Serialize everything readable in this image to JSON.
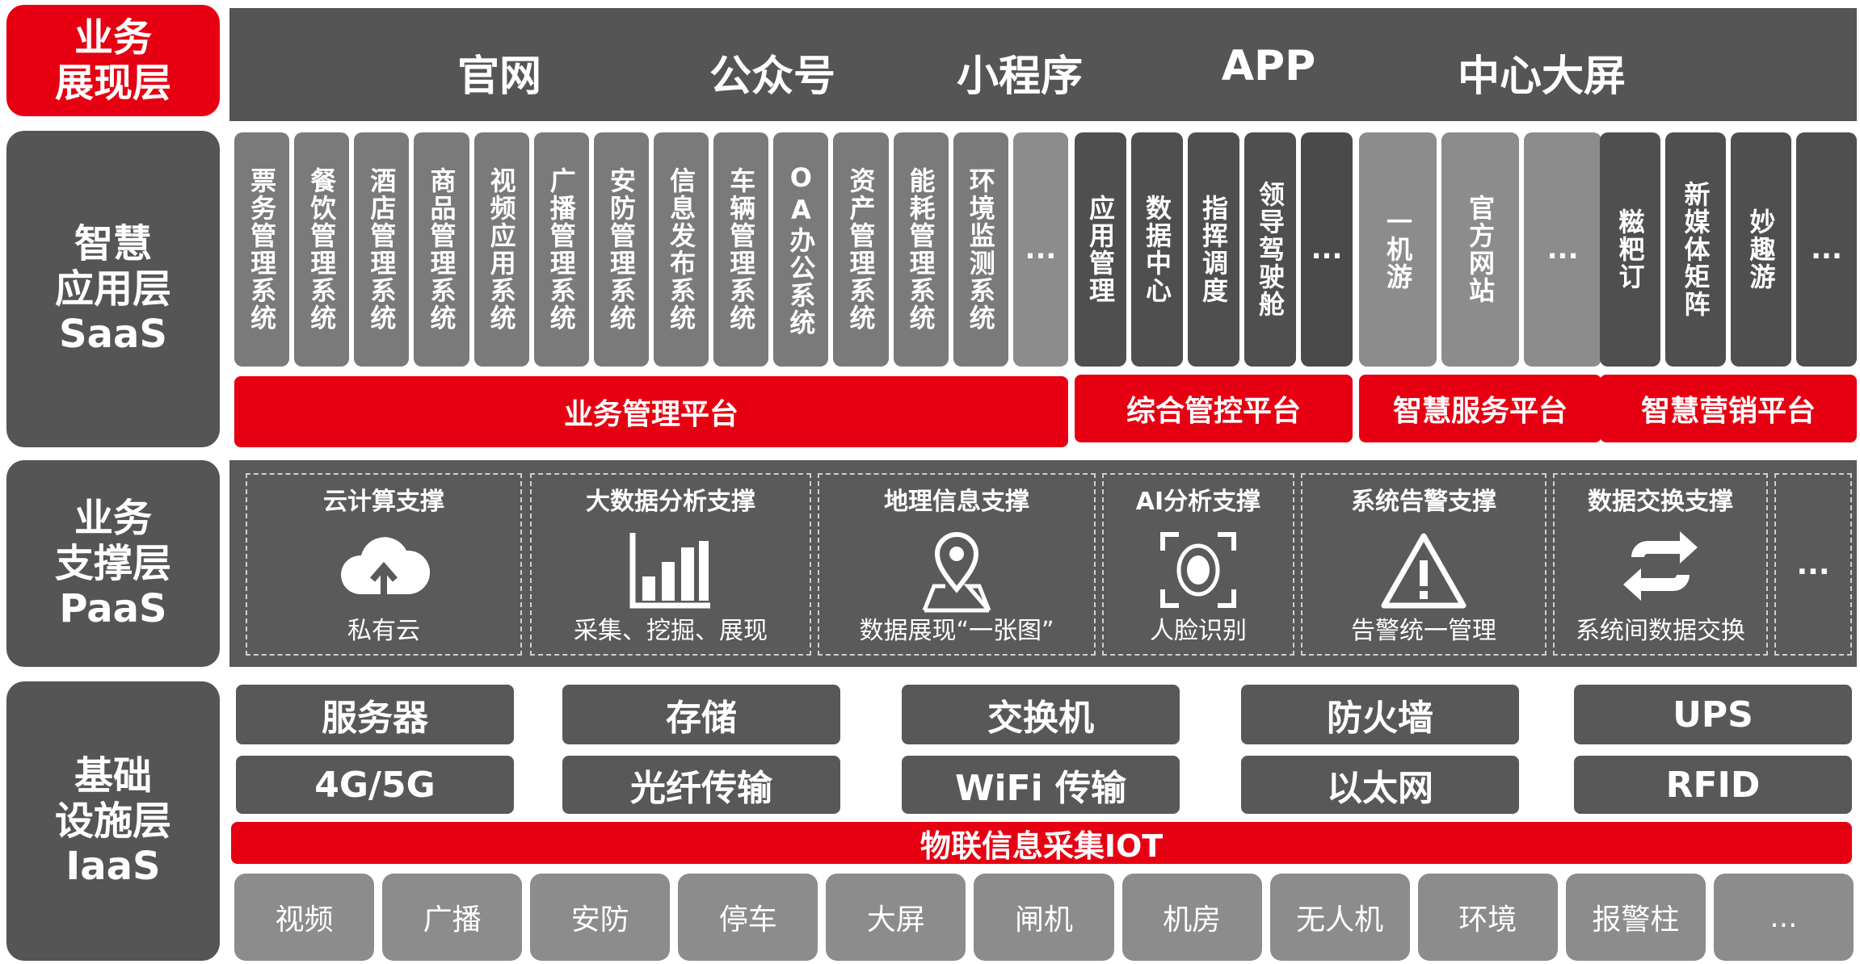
{
  "layers": {
    "presentation": "业务\n展现层",
    "saas": "智慧\n应用层\nSaaS",
    "paas": "业务\n支撑层\nPaaS",
    "iaas": "基础\n设施层\nIaaS"
  },
  "channels": [
    "官网",
    "公众号",
    "小程序",
    "APP",
    "中心大屏"
  ],
  "saas_groups": [
    {
      "platform": "业务管理平台",
      "items": [
        "票务管理系统",
        "餐饮管理系统",
        "酒店管理系统",
        "商品管理系统",
        "视频应用系统",
        "广播管理系统",
        "安防管理系统",
        "信息发布系统",
        "车辆管理系统",
        "OA办公系统",
        "资产管理系统",
        "能耗管理系统",
        "环境监测系统",
        "..."
      ]
    },
    {
      "platform": "综合管控平台",
      "items": [
        "应用管理",
        "数据中心",
        "指挥调度",
        "领导驾驶舱",
        "..."
      ]
    },
    {
      "platform": "智慧服务平台",
      "items": [
        "一机游",
        "官方网站",
        "..."
      ]
    },
    {
      "platform": "智慧营销平台",
      "items": [
        "糍粑订",
        "新媒体矩阵",
        "妙趣游",
        "..."
      ]
    }
  ],
  "paas_items": [
    {
      "title": "云计算支撑",
      "icon": "cloud-upload-icon",
      "sub": "私有云"
    },
    {
      "title": "大数据分析支撑",
      "icon": "bar-chart-icon",
      "sub": "采集、挖掘、展现"
    },
    {
      "title": "地理信息支撑",
      "icon": "map-pin-icon",
      "sub": "数据展现“一张图”"
    },
    {
      "title": "AI分析支撑",
      "icon": "face-scan-icon",
      "sub": "人脸识别"
    },
    {
      "title": "系统告警支撑",
      "icon": "warning-icon",
      "sub": "告警统一管理"
    },
    {
      "title": "数据交换支撑",
      "icon": "exchange-icon",
      "sub": "系统间数据交换"
    }
  ],
  "paas_more": "...",
  "infra_row1": [
    "服务器",
    "存储",
    "交换机",
    "防火墙",
    "UPS"
  ],
  "infra_row2": [
    "4G/5G",
    "光纤传输",
    "WiFi 传输",
    "以太网",
    "RFID"
  ],
  "iot_bar": "物联信息采集IOT",
  "devices": [
    "视频",
    "广播",
    "安防",
    "停车",
    "大屏",
    "闸机",
    "机房",
    "无人机",
    "环境",
    "报警柱",
    "..."
  ],
  "colors": {
    "accent": "#e60012",
    "panel": "#5a5a5a",
    "tile": "#6e6e6e",
    "light": "#8c8c8c"
  }
}
